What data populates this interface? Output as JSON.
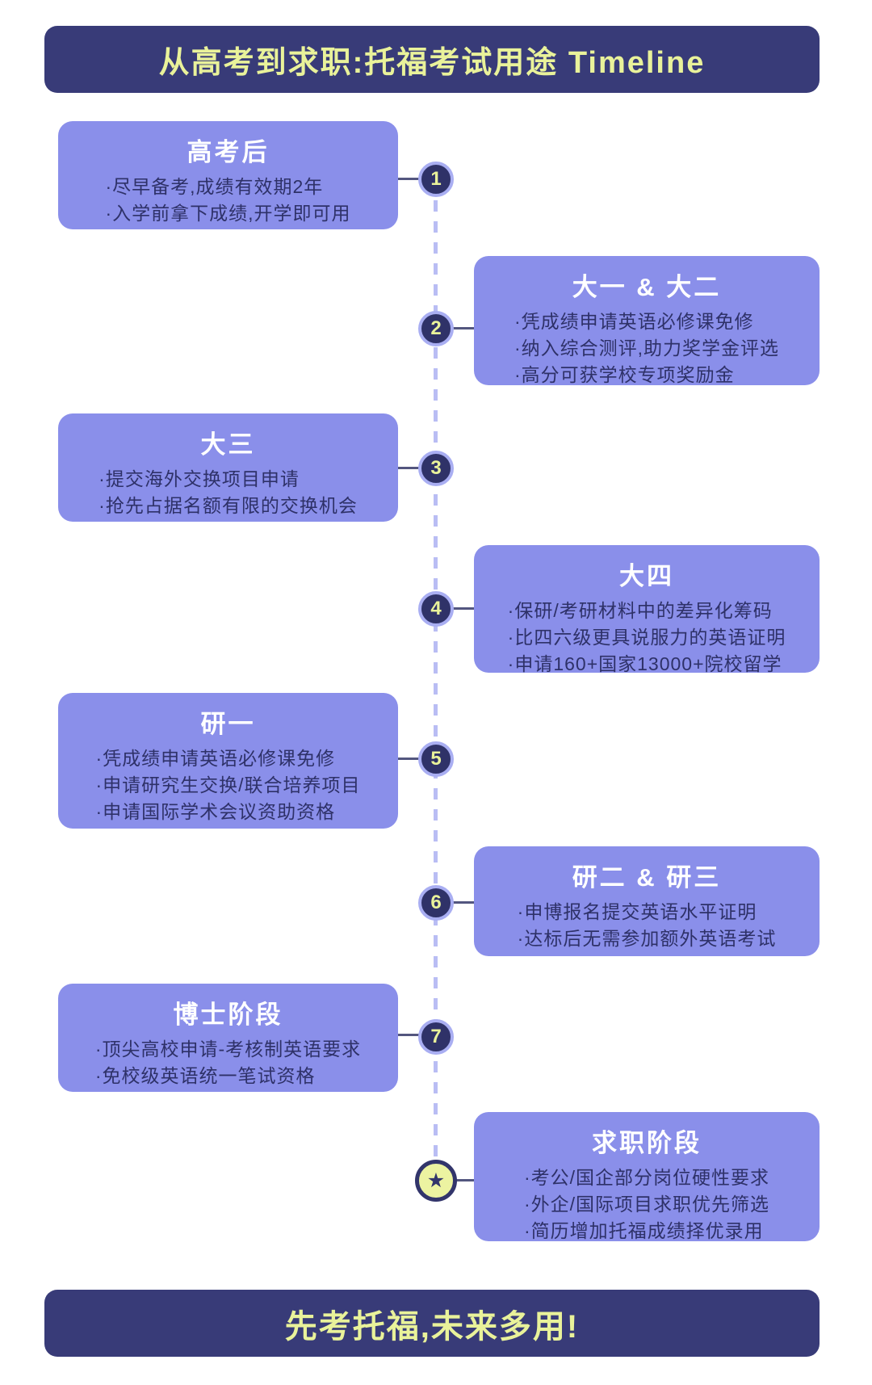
{
  "header": {
    "title": "从高考到求职:托福考试用途 Timeline"
  },
  "footer": {
    "title": "先考托福,未来多用!"
  },
  "timeline": {
    "node_labels": [
      "1",
      "2",
      "3",
      "4",
      "5",
      "6",
      "7"
    ],
    "final_node_icon": "★"
  },
  "cards": [
    {
      "title": "高考后",
      "side": "left",
      "node": "1",
      "bullets": [
        "·尽早备考,成绩有效期2年",
        "·入学前拿下成绩,开学即可用"
      ]
    },
    {
      "title": "大一 & 大二",
      "side": "right",
      "node": "2",
      "bullets": [
        "·凭成绩申请英语必修课免修",
        "·纳入综合测评,助力奖学金评选",
        "·高分可获学校专项奖励金"
      ]
    },
    {
      "title": "大三",
      "side": "left",
      "node": "3",
      "bullets": [
        "·提交海外交换项目申请",
        "·抢先占据名额有限的交换机会"
      ]
    },
    {
      "title": "大四",
      "side": "right",
      "node": "4",
      "bullets": [
        "·保研/考研材料中的差异化筹码",
        "·比四六级更具说服力的英语证明",
        "·申请160+国家13000+院校留学"
      ]
    },
    {
      "title": "研一",
      "side": "left",
      "node": "5",
      "bullets": [
        "·凭成绩申请英语必修课免修",
        "·申请研究生交换/联合培养项目",
        "·申请国际学术会议资助资格"
      ]
    },
    {
      "title": "研二 & 研三",
      "side": "right",
      "node": "6",
      "bullets": [
        "·申博报名提交英语水平证明",
        "·达标后无需参加额外英语考试"
      ]
    },
    {
      "title": "博士阶段",
      "side": "left",
      "node": "7",
      "bullets": [
        "·顶尖高校申请-考核制英语要求",
        "·免校级英语统一笔试资格"
      ]
    },
    {
      "title": "求职阶段",
      "side": "right",
      "node": "star",
      "bullets": [
        "·考公/国企部分岗位硬性要求",
        "·外企/国际项目求职优先筛选",
        "·简历增加托福成绩择优录用"
      ]
    }
  ],
  "colors": {
    "banner_bg": "#383b78",
    "banner_text": "#e9f29a",
    "card_bg": "#8a8fea",
    "card_title_text": "#ffffff",
    "bullet_text": "#2e3168",
    "node_bg": "#2f3268",
    "node_ring": "#a9aef2",
    "node_number": "#e9f29a",
    "dash_line": "#b9bdf4",
    "connector": "#53567f",
    "star_bg": "#ecf3a1",
    "star_glyph": "#32356b"
  }
}
